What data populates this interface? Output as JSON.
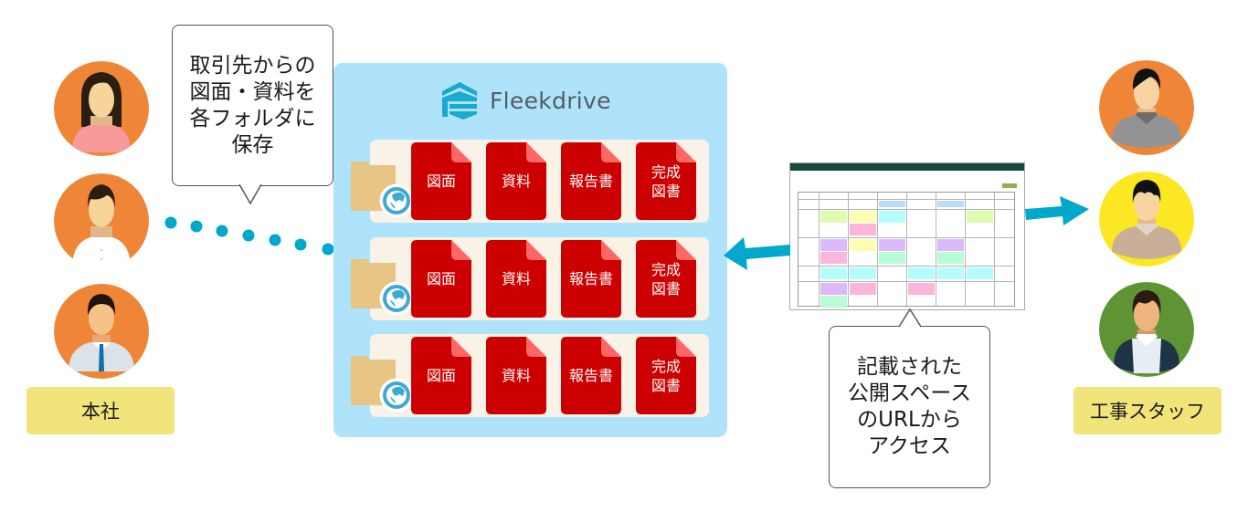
{
  "left_group": {
    "label": "本社",
    "avatars": [
      {
        "name": "woman-pink-shirt",
        "bg": "#ef8536"
      },
      {
        "name": "woman-white-blouse",
        "bg": "#ef8536"
      },
      {
        "name": "man-tie",
        "bg": "#ef8536"
      }
    ]
  },
  "left_bubble": {
    "lines": [
      "取引先からの",
      "図面・資料を",
      "各フォルダに",
      "保存"
    ]
  },
  "fleekdrive": {
    "logo_text": "Fleekdrive",
    "accent": "#1aa9cf",
    "panel_bg": "#aee3fb",
    "rows": [
      {
        "docs": [
          "図面",
          "資料",
          "報告書",
          "完成\n図書"
        ]
      },
      {
        "docs": [
          "図面",
          "資料",
          "報告書",
          "完成\n図書"
        ]
      },
      {
        "docs": [
          "図面",
          "資料",
          "報告書",
          "完成\n図書"
        ]
      }
    ],
    "doc_color": "#cc0000",
    "doc_fold_color": "#ff6666"
  },
  "right_bubble": {
    "lines": [
      "記載された",
      "公開スペース",
      "のURLから",
      "アクセス"
    ]
  },
  "right_group": {
    "label": "工事スタッフ",
    "avatars": [
      {
        "name": "man-gray-shirt",
        "bg": "#ef8536"
      },
      {
        "name": "man-beige-shirt",
        "bg": "#fbe822"
      },
      {
        "name": "man-navy-vest",
        "bg": "#5f9435"
      }
    ]
  },
  "colors": {
    "arrow": "#00a8cc",
    "dots": "#00a8cc",
    "label_bg": "#f0e47a"
  }
}
